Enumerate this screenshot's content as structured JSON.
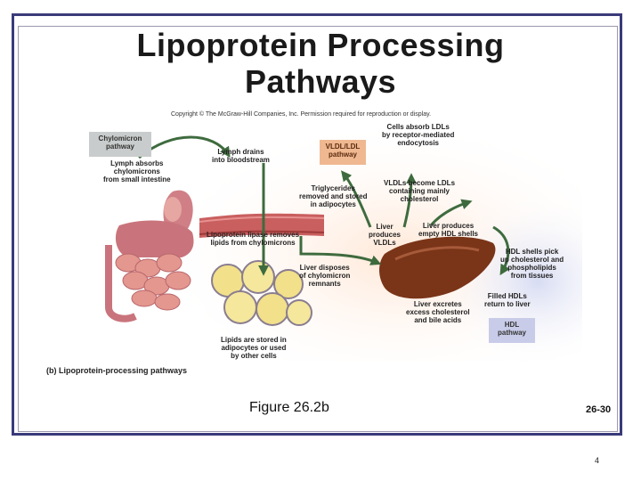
{
  "slide": {
    "title_line1": "Lipoprotein Processing",
    "title_line2": "Pathways",
    "copyright": "Copyright © The McGraw-Hill Companies, Inc. Permission required for reproduction or display.",
    "figure_number": "Figure 26.2b",
    "slide_code": "26-30",
    "page_number": "4"
  },
  "figure": {
    "caption": "(b) Lipoprotein-processing  pathways",
    "boxes": {
      "chylomicron": [
        "Chylomicron",
        "pathway"
      ],
      "vldl_ldl": [
        "VLDL/LDL",
        "pathway"
      ],
      "hdl": [
        "HDL",
        "pathway"
      ]
    },
    "labels": {
      "lymph_absorbs": [
        "Lymph absorbs",
        "chylomicrons",
        "from small intestine"
      ],
      "lymph_drains": [
        "Lymph drains",
        "into bloodstream"
      ],
      "lipoprotein_lipase": [
        "Lipoprotein lipase removes",
        "lipids from chylomicrons"
      ],
      "triglycerides": [
        "Triglycerides",
        "removed and stored",
        "in adipocytes"
      ],
      "cells_absorb": [
        "Cells absorb LDLs",
        "by receptor-mediated",
        "endocytosis"
      ],
      "vldls_become": [
        "VLDLs become LDLs",
        "containing mainly",
        "cholesterol"
      ],
      "liver_produces_vldls": [
        "Liver",
        "produces",
        "VLDLs"
      ],
      "liver_produces_hdl": [
        "Liver produces",
        "empty HDL shells"
      ],
      "hdl_shells": [
        "HDL shells pick",
        "up cholesterol and",
        "phospholipids",
        "from tissues"
      ],
      "filled_hdls": [
        "Filled HDLs",
        "return to liver"
      ],
      "liver_disposes": [
        "Liver disposes",
        "of chylomicron",
        "remnants"
      ],
      "liver_excretes": [
        "Liver excretes",
        "excess cholesterol",
        "and bile acids"
      ],
      "lipids_stored": [
        "Lipids are stored in",
        "adipocytes or used",
        "by other cells"
      ]
    }
  },
  "colors": {
    "frame": "#3a3a7a",
    "chylomicron_box": "#c9cccc",
    "vldl_box": "#f0b890",
    "hdl_box": "#c8cce8",
    "arrow": "#3e6b3e",
    "liver": "#7a3418",
    "intestine": "#d98a8a",
    "adipocyte": "#f2e08a"
  },
  "icons": {
    "digestive_tract": "digestive-tract-illustration",
    "liver": "liver-illustration",
    "blood_vessel": "blood-vessel-illustration",
    "adipocytes": "adipocyte-cluster-illustration"
  }
}
